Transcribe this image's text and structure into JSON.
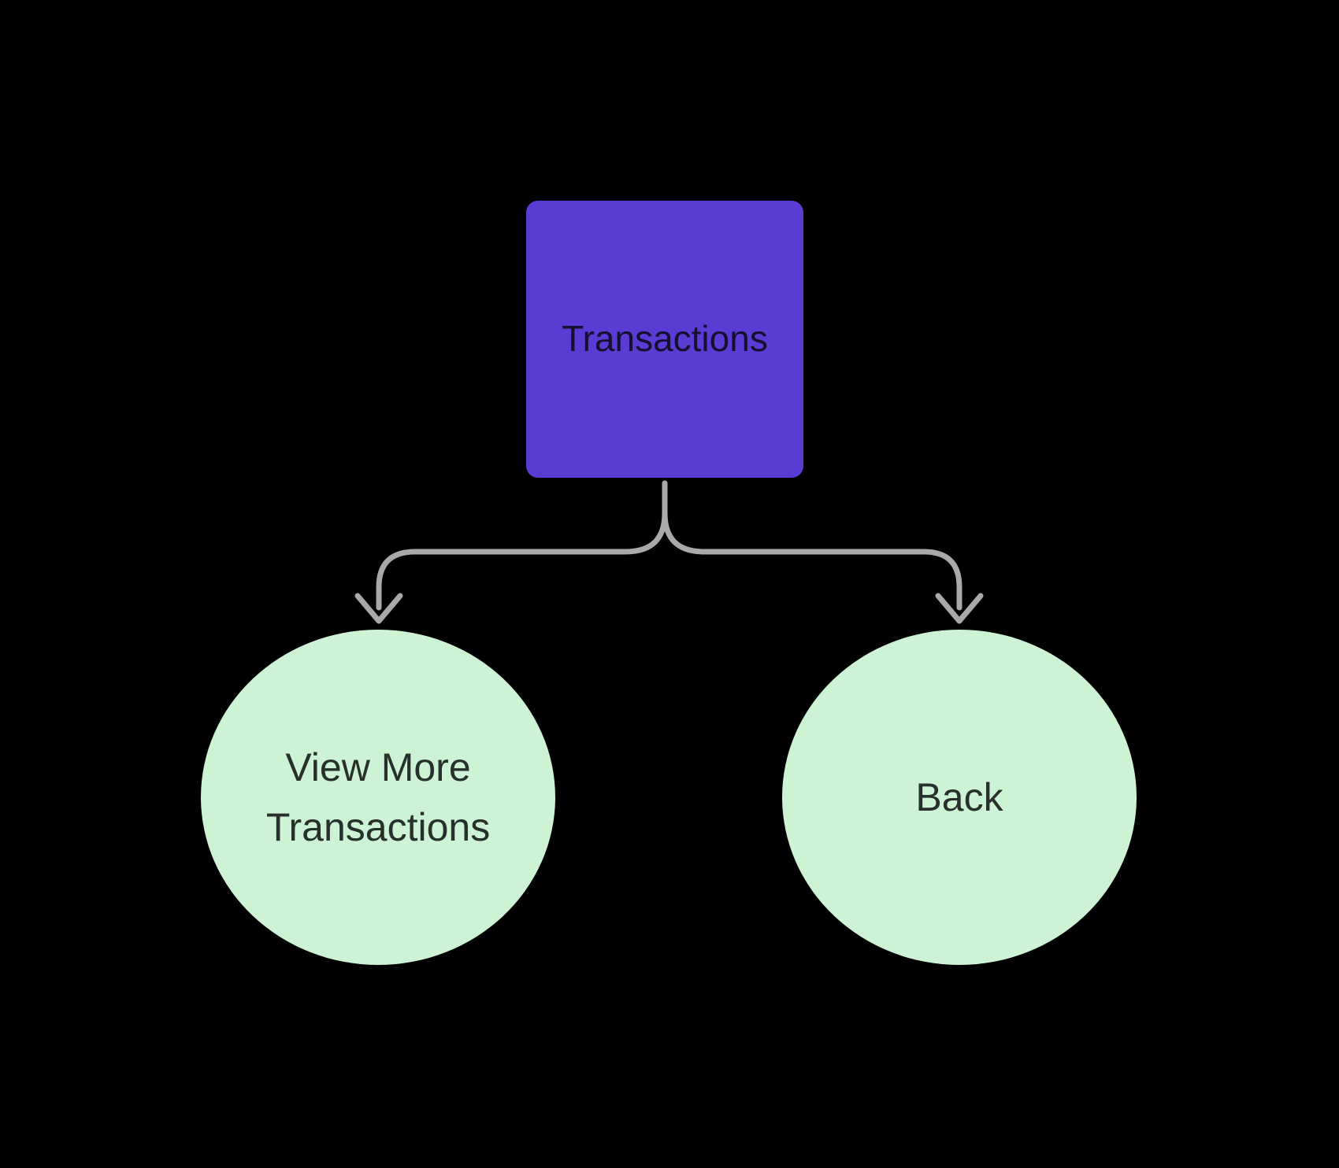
{
  "diagram": {
    "background_color": "#000000",
    "connector_color": "#A9A9A9",
    "nodes": {
      "transactions": {
        "label": "Transactions",
        "shape": "rounded-square",
        "fill": "#5A3CD4",
        "text_color": "#14102F"
      },
      "view_more_transactions": {
        "label": "View More Transactions",
        "shape": "circle",
        "fill": "#CDF2D4",
        "text_color": "#27302A"
      },
      "back": {
        "label": "Back",
        "shape": "circle",
        "fill": "#CDF2D4",
        "text_color": "#27302A"
      }
    },
    "edges": [
      {
        "from": "transactions",
        "to": "view_more_transactions",
        "style": "curved-arrow"
      },
      {
        "from": "transactions",
        "to": "back",
        "style": "curved-arrow"
      }
    ]
  }
}
